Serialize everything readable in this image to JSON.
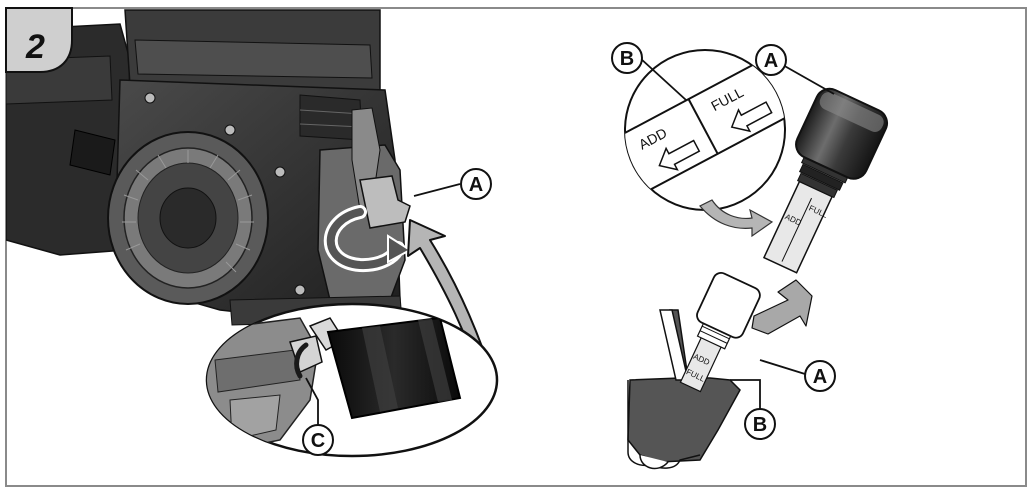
{
  "figure": {
    "step_number": "2",
    "callouts": {
      "a_engine": "A",
      "a_dipstick_top": "A",
      "a_dipstick_inserted": "A",
      "b_top": "B",
      "b_inserted": "B",
      "c_oil": "C"
    },
    "dipstick_marks": {
      "add": "ADD",
      "full": "FULL"
    }
  }
}
